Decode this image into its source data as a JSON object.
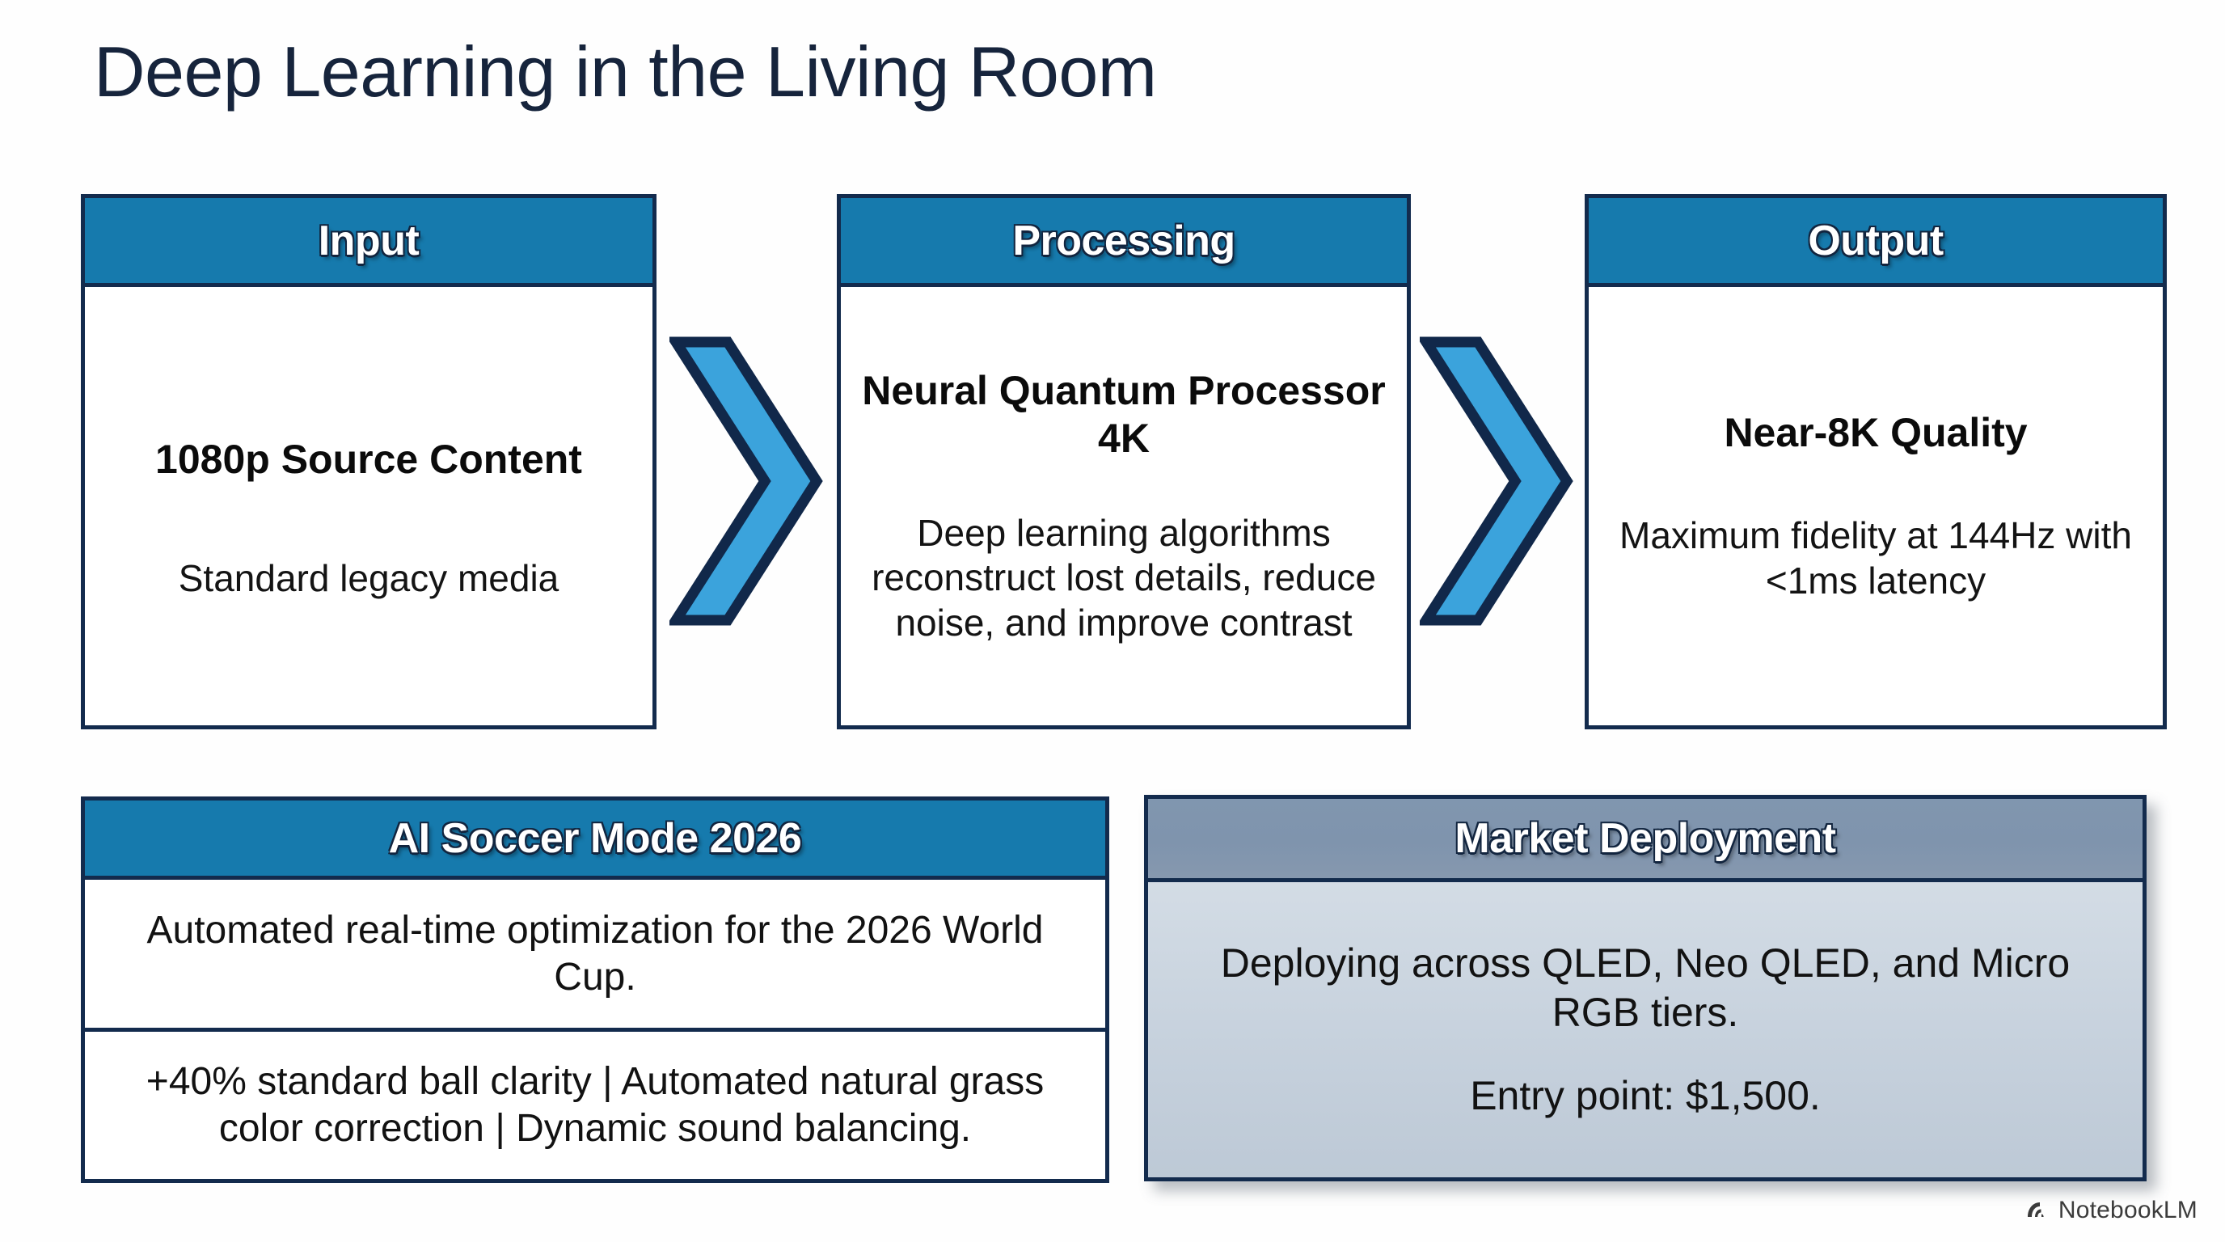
{
  "page": {
    "title": "Deep Learning in the Living Room",
    "background": "#ffffff",
    "accent_blue": "#167aad",
    "outline_navy": "#132b4d",
    "chevron_fill": "#3ba3dc",
    "market_header_gray": "#7f94ad",
    "market_body_gray": "#c5d0dc",
    "title_color": "#16243c"
  },
  "flow": {
    "steps": [
      {
        "header": "Input",
        "lead": "1080p Source Content",
        "description": "Standard legacy media"
      },
      {
        "header": "Processing",
        "lead": "Neural Quantum Processor 4K",
        "description": "Deep learning algorithms reconstruct lost details, reduce noise, and improve contrast"
      },
      {
        "header": "Output",
        "lead": "Near-8K Quality",
        "description": "Maximum fidelity at 144Hz with <1ms latency"
      }
    ],
    "connectors": [
      {
        "name": "chevron-arrow-1"
      },
      {
        "name": "chevron-arrow-2"
      }
    ]
  },
  "soccer_card": {
    "header": "AI Soccer Mode 2026",
    "primary": "Automated real-time optimization for the 2026 World Cup.",
    "secondary": "+40% standard ball clarity | Automated natural grass color correction | Dynamic sound balancing."
  },
  "market_card": {
    "header": "Market Deployment",
    "line_1": "Deploying across QLED, Neo QLED, and Micro RGB tiers.",
    "line_2": "Entry point: $1,500."
  },
  "watermark": {
    "label": "NotebookLM",
    "icon": "notebooklm-icon"
  }
}
